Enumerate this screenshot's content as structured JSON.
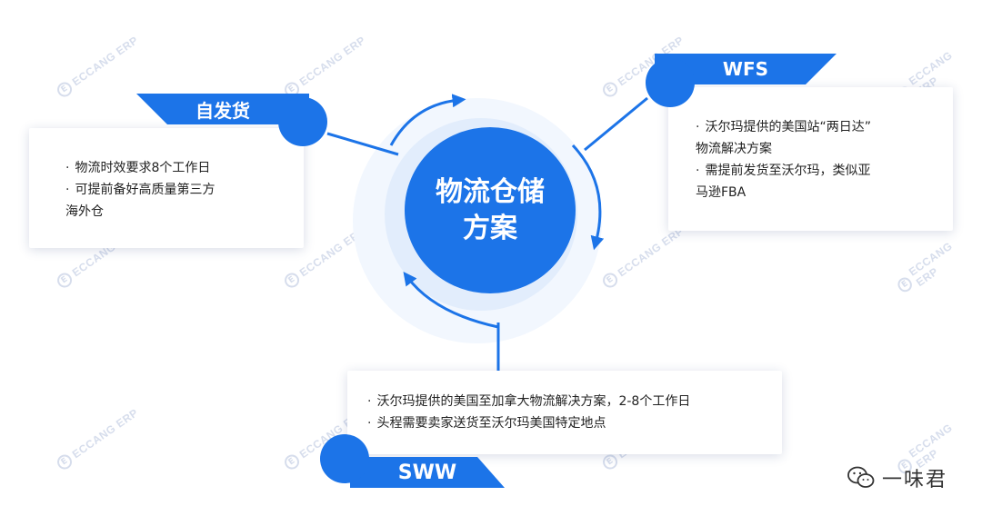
{
  "center": {
    "line1": "物流仓储",
    "line2": "方案"
  },
  "self_ship": {
    "tag": "自发货",
    "lines": [
      "物流时效要求8个工作日",
      "可提前备好高质量第三方",
      "海外仓"
    ]
  },
  "wfs": {
    "tag": "WFS",
    "lines": [
      "沃尔玛提供的美国站“两日达”",
      "物流解决方案",
      "需提前发货至沃尔玛，类似亚",
      "马逊FBA"
    ]
  },
  "sww": {
    "tag": "SWW",
    "lines": [
      "沃尔玛提供的美国至加拿大物流解决方案，2-8个工作日",
      "头程需要卖家送货至沃尔玛美国特定地点"
    ]
  },
  "watermark": {
    "text": "ECCANG ERP",
    "logo": "E"
  },
  "wechat": {
    "name": "一味君"
  },
  "colors": {
    "accent": "#1c74e8",
    "halo_light": "#f2f7fe",
    "halo_mid": "#e2edfc",
    "card_shadow": "#283c78"
  }
}
